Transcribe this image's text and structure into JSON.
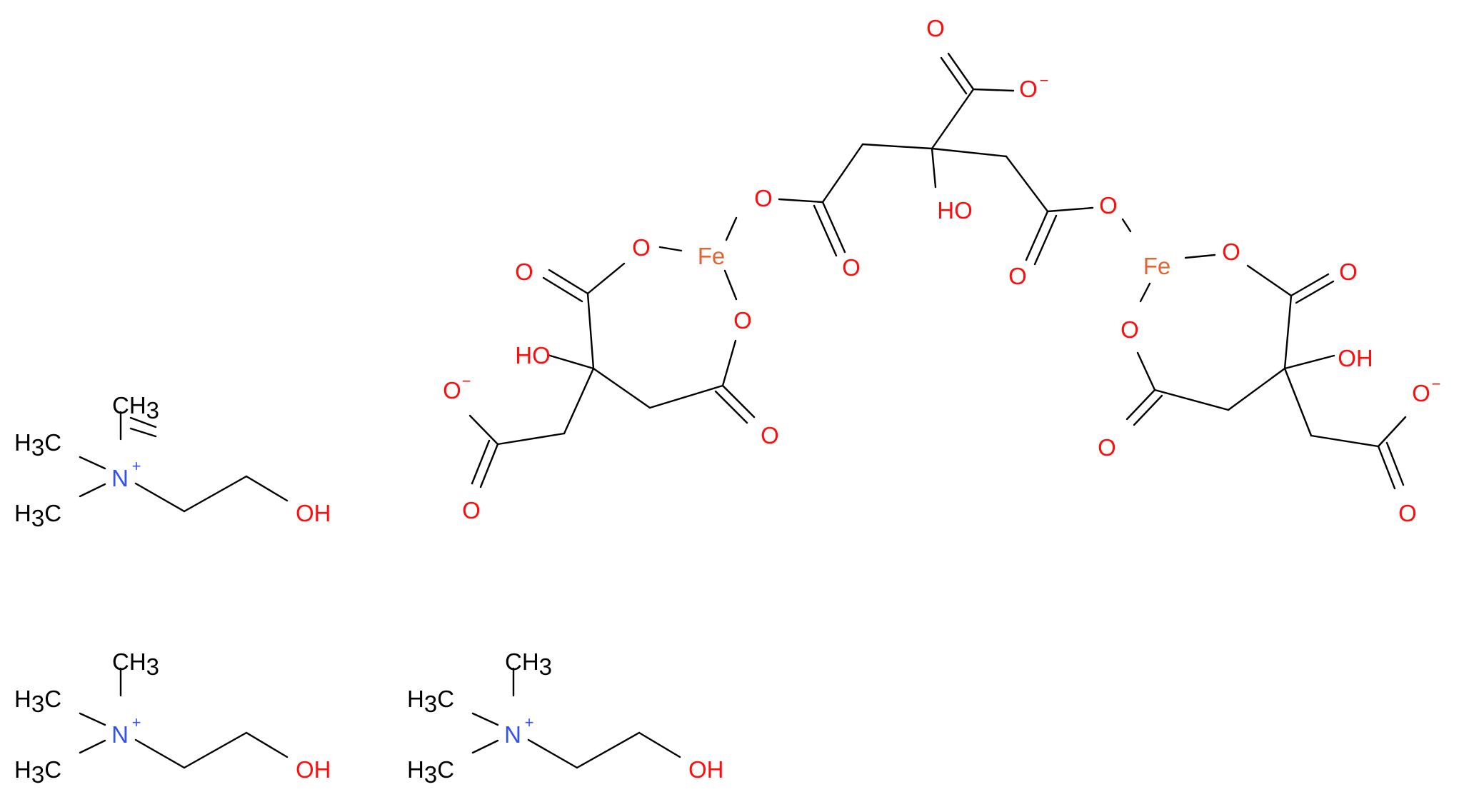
{
  "colors": {
    "bond": "#000000",
    "carbon_text": "#000000",
    "oxygen": "#ff0d0d",
    "nitrogen": "#3050f8",
    "iron": "#e06633"
  },
  "labels": {
    "oxygen": "O",
    "hydroxyl_left": "HO",
    "hydroxyl_right": "OH",
    "iron": "Fe",
    "nitrogen": "N",
    "methyl_h": "H",
    "methyl_c": "C",
    "methyl_sub": "3",
    "methyl_right_full": "CH",
    "charge_minus": "−",
    "charge_plus": "+"
  }
}
